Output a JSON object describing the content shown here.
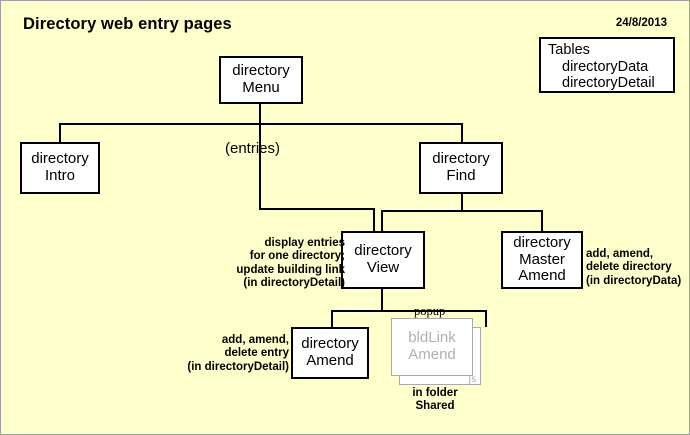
{
  "page": {
    "title": "Directory web entry pages",
    "date": "24/8/2013",
    "background_color": "#ffffcc",
    "box_fill": "#ffffff",
    "line_color": "#000000",
    "ghost_color": "#b0b0b0"
  },
  "tables_panel": {
    "heading": "Tables",
    "items": [
      "directoryData",
      "directoryDetail"
    ]
  },
  "nodes": {
    "menu": {
      "line1": "directory",
      "line2": "Menu"
    },
    "intro": {
      "line1": "directory",
      "line2": "Intro"
    },
    "find": {
      "line1": "directory",
      "line2": "Find"
    },
    "view": {
      "line1": "directory",
      "line2": "View"
    },
    "master_amend": {
      "line1": "directory",
      "line2": "Master",
      "line3": "Amend"
    },
    "amend": {
      "line1": "directory",
      "line2": "Amend"
    },
    "bldlink": {
      "line1": "bldLink",
      "line2": "Amend"
    }
  },
  "labels": {
    "entries": "(entries)",
    "popup": "popup",
    "js": "js",
    "in_folder": {
      "line1": "in folder",
      "line2": "Shared"
    }
  },
  "notes": {
    "view_note": {
      "line1": "display entries",
      "line2": "for one directory;",
      "line3": "update building link",
      "line4": "(in directoryDetail)"
    },
    "master_amend_note": {
      "line1": "add, amend,",
      "line2": "delete directory",
      "line3": "(in directoryData)"
    },
    "amend_note": {
      "line1": "add, amend,",
      "line2": "delete entry",
      "line3": "(in directoryDetail)"
    }
  }
}
